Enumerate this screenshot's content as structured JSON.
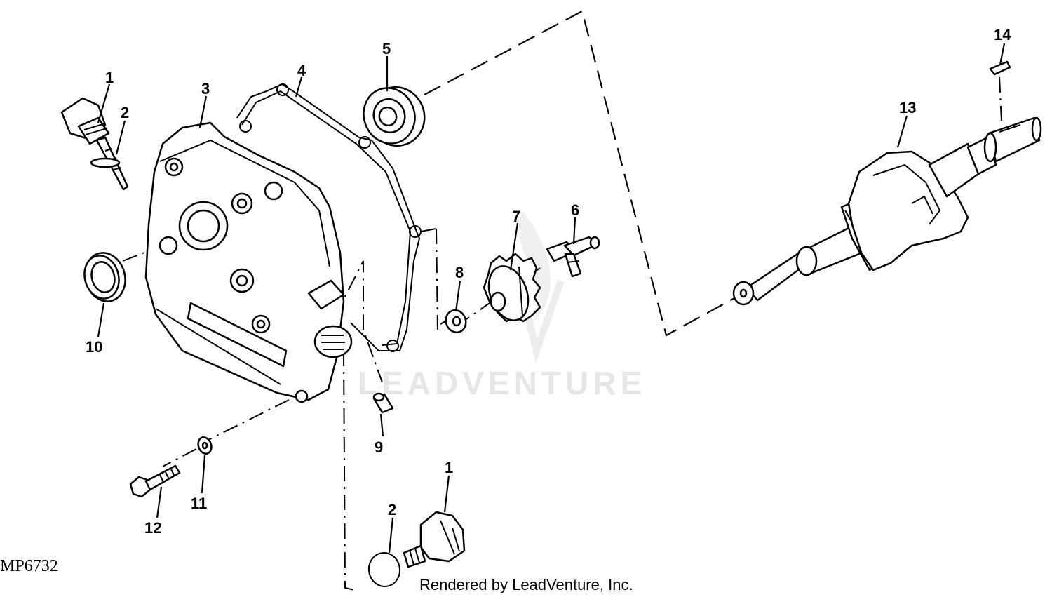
{
  "watermark": "LEADVENTURE",
  "drawing_id": "MP6732",
  "credit": "Rendered by LeadVenture, Inc.",
  "callouts": {
    "c1a": "1",
    "c2a": "2",
    "c3": "3",
    "c4": "4",
    "c5": "5",
    "c6": "6",
    "c7": "7",
    "c8": "8",
    "c9": "9",
    "c10": "10",
    "c11": "11",
    "c12": "12",
    "c13": "13",
    "c14": "14",
    "c1b": "1",
    "c2b": "2"
  }
}
